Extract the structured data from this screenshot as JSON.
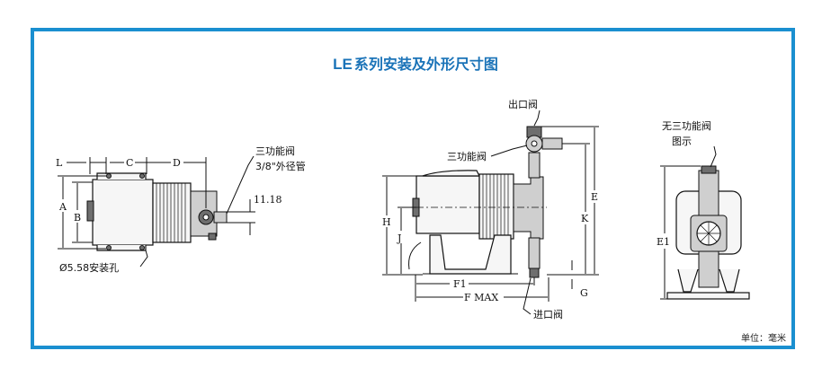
{
  "title": {
    "prefix": "LE",
    "text": "系列安装及外形尺寸图"
  },
  "footer": "单位：毫米",
  "colors": {
    "frame": "#1a8fd0",
    "title": "#1a73b8"
  },
  "views": {
    "top": {
      "dims": {
        "L": "L",
        "C": "C",
        "D": "D",
        "A": "A",
        "B": "B",
        "offset": "11.18"
      },
      "notes": {
        "valve": "三功能阀",
        "size": "3/8\"外径管",
        "hole": "Ø5.58安装孔"
      }
    },
    "side": {
      "dims": {
        "H": "H",
        "J": "J",
        "E": "E",
        "K": "K",
        "F1": "F1",
        "FMAX": "F MAX",
        "G": "G"
      },
      "notes": {
        "outlet": "出口阀",
        "valve": "三功能阀",
        "inlet": "进口阀"
      }
    },
    "front": {
      "dims": {
        "E1": "E1"
      },
      "notes": {
        "line1": "无三功能阀",
        "line2": "图示"
      }
    }
  }
}
